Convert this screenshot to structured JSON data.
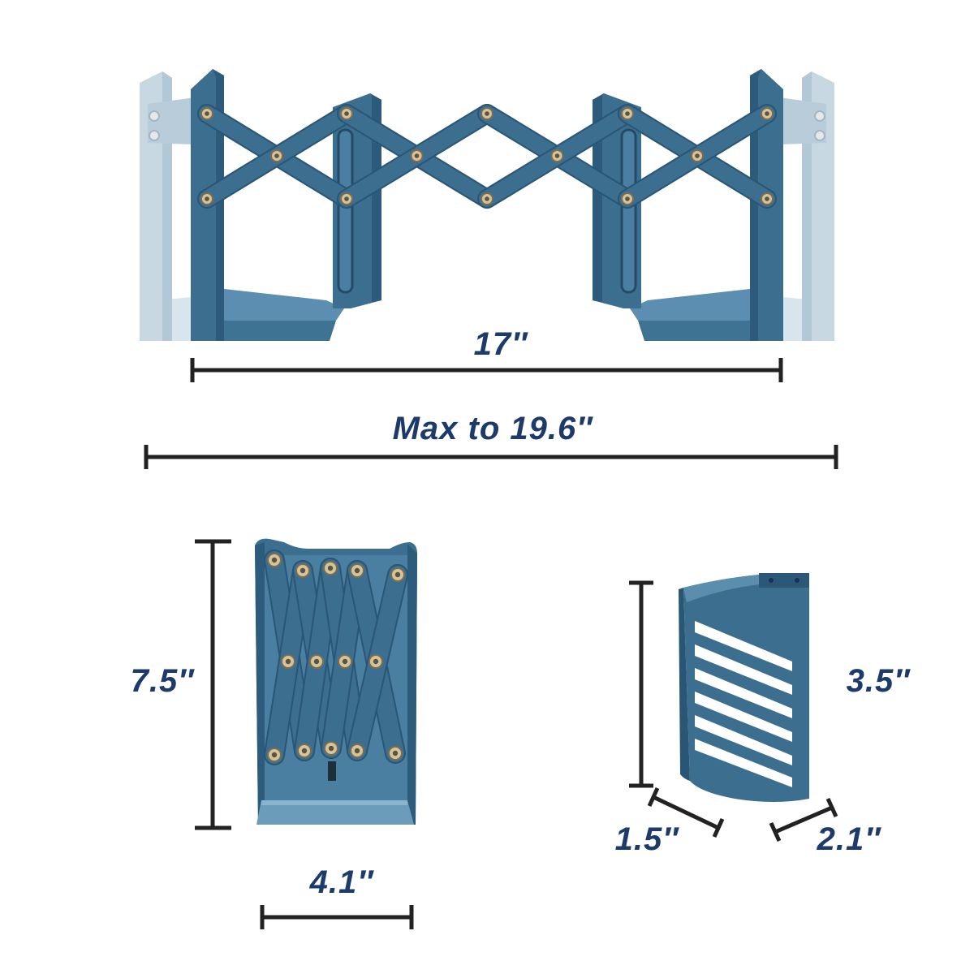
{
  "dimensions": {
    "extended_width": "17″",
    "max_width": "Max to 19.6″",
    "collapsed_height": "7.5″",
    "collapsed_width": "4.1″",
    "holder_height": "3.5″",
    "holder_depth": "1.5″",
    "holder_width": "2.1″"
  },
  "colors": {
    "product_blue": "#3b6e8f",
    "product_edge": "#2a5676",
    "product_ghost": "#c7d8e3",
    "rivet": "#d4c49c",
    "label_navy": "#1c3a6a",
    "dimension_line": "#222222"
  }
}
